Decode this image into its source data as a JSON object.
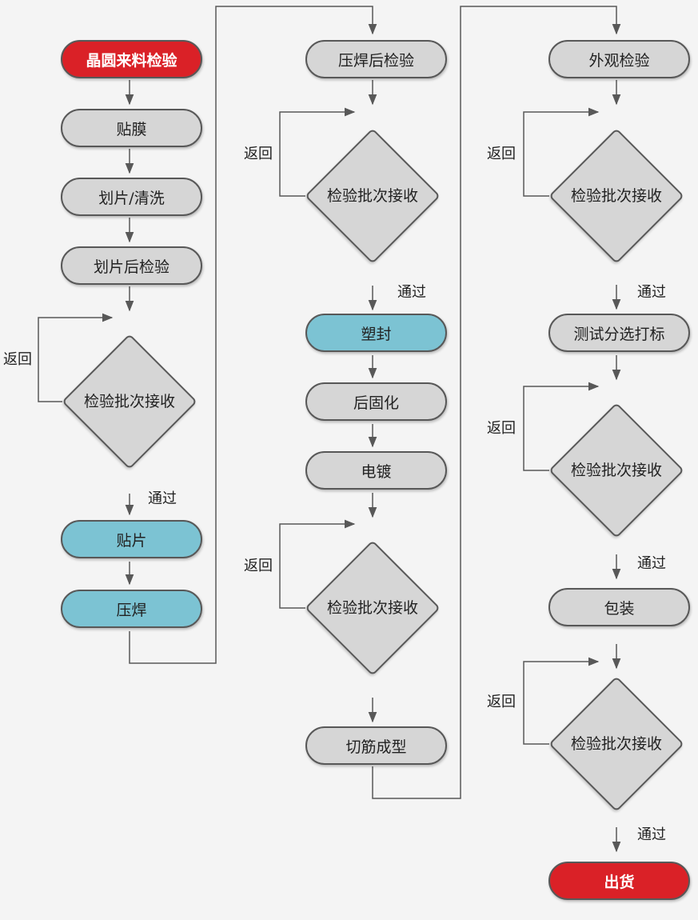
{
  "colors": {
    "process_gray": "#d6d6d6",
    "process_blue": "#7cc3d3",
    "terminal_red": "#da2127",
    "line": "#585858",
    "background": "#f4f4f4"
  },
  "col1": {
    "start": "晶圆来料检验",
    "step_tape": "贴膜",
    "step_dicing": "划片/清洗",
    "step_post_dicing_check": "划片后检验",
    "decision": "检验批次接收",
    "return_label": "返回",
    "pass_label": "通过",
    "step_die_attach": "贴片",
    "step_wire_bond": "压焊"
  },
  "col2": {
    "step_post_bond_check": "压焊后检验",
    "decision1": "检验批次接收",
    "return1": "返回",
    "pass1": "通过",
    "step_molding": "塑封",
    "step_post_cure": "后固化",
    "step_plating": "电镀",
    "decision2": "检验批次接收",
    "return2": "返回",
    "step_trim_form": "切筋成型"
  },
  "col3": {
    "step_visual": "外观检验",
    "decision1": "检验批次接收",
    "return1": "返回",
    "pass1": "通过",
    "step_test_mark": "测试分选打标",
    "decision2": "检验批次接收",
    "return2": "返回",
    "pass2": "通过",
    "step_pack": "包装",
    "decision3": "检验批次接收",
    "return3": "返回",
    "pass3": "通过",
    "end": "出货"
  }
}
